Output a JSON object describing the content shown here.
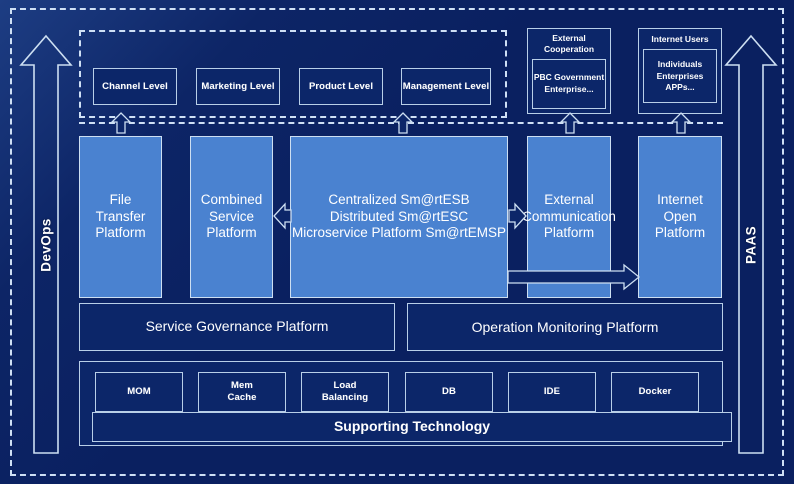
{
  "diagram": {
    "title": "Enterprise Service Platform Architecture",
    "colors": {
      "background": "#0a2060",
      "panel": "#0c2669",
      "accent_blue": "#4a82d0",
      "outline": "#cddff2",
      "dashed": "#cfe0f5"
    }
  },
  "left_arrow": {
    "label": "DevOps"
  },
  "right_arrow": {
    "label": "PAAS"
  },
  "business_levels": [
    {
      "label": "Channel Level"
    },
    {
      "label": "Marketing Level"
    },
    {
      "label": "Product Level"
    },
    {
      "label": "Management Level"
    }
  ],
  "external_cooperation": {
    "title_line1": "External",
    "title_line2": "Cooperation",
    "inner_line1": "PBC Government",
    "inner_line2": "Enterprise..."
  },
  "internet_users": {
    "title": "Internet Users",
    "inner_line1": "Individuals",
    "inner_line2": "Enterprises",
    "inner_line3": "APPs..."
  },
  "platforms": [
    {
      "lines": [
        "File",
        "Transfer",
        "Platform"
      ]
    },
    {
      "lines": [
        "Combined",
        "Service",
        "Platform"
      ]
    },
    {
      "lines": [
        "Centralized Sm@rtESB",
        "Distributed Sm@rtESC",
        "Microservice Platform Sm@rtEMSP"
      ]
    },
    {
      "lines": [
        "External",
        "Communication",
        "Platform"
      ]
    },
    {
      "lines": [
        "Internet",
        "Open",
        "Platform"
      ]
    }
  ],
  "governance_row": [
    {
      "label": "Service Governance Platform"
    },
    {
      "label": "Operation Monitoring Platform"
    }
  ],
  "supporting_components": [
    {
      "lines": [
        "MOM"
      ]
    },
    {
      "lines": [
        "Mem",
        "Cache"
      ]
    },
    {
      "lines": [
        "Load",
        "Balancing"
      ]
    },
    {
      "lines": [
        "DB"
      ]
    },
    {
      "lines": [
        "IDE"
      ]
    },
    {
      "lines": [
        "Docker"
      ]
    }
  ],
  "supporting_bar": {
    "label": "Supporting Technology"
  }
}
